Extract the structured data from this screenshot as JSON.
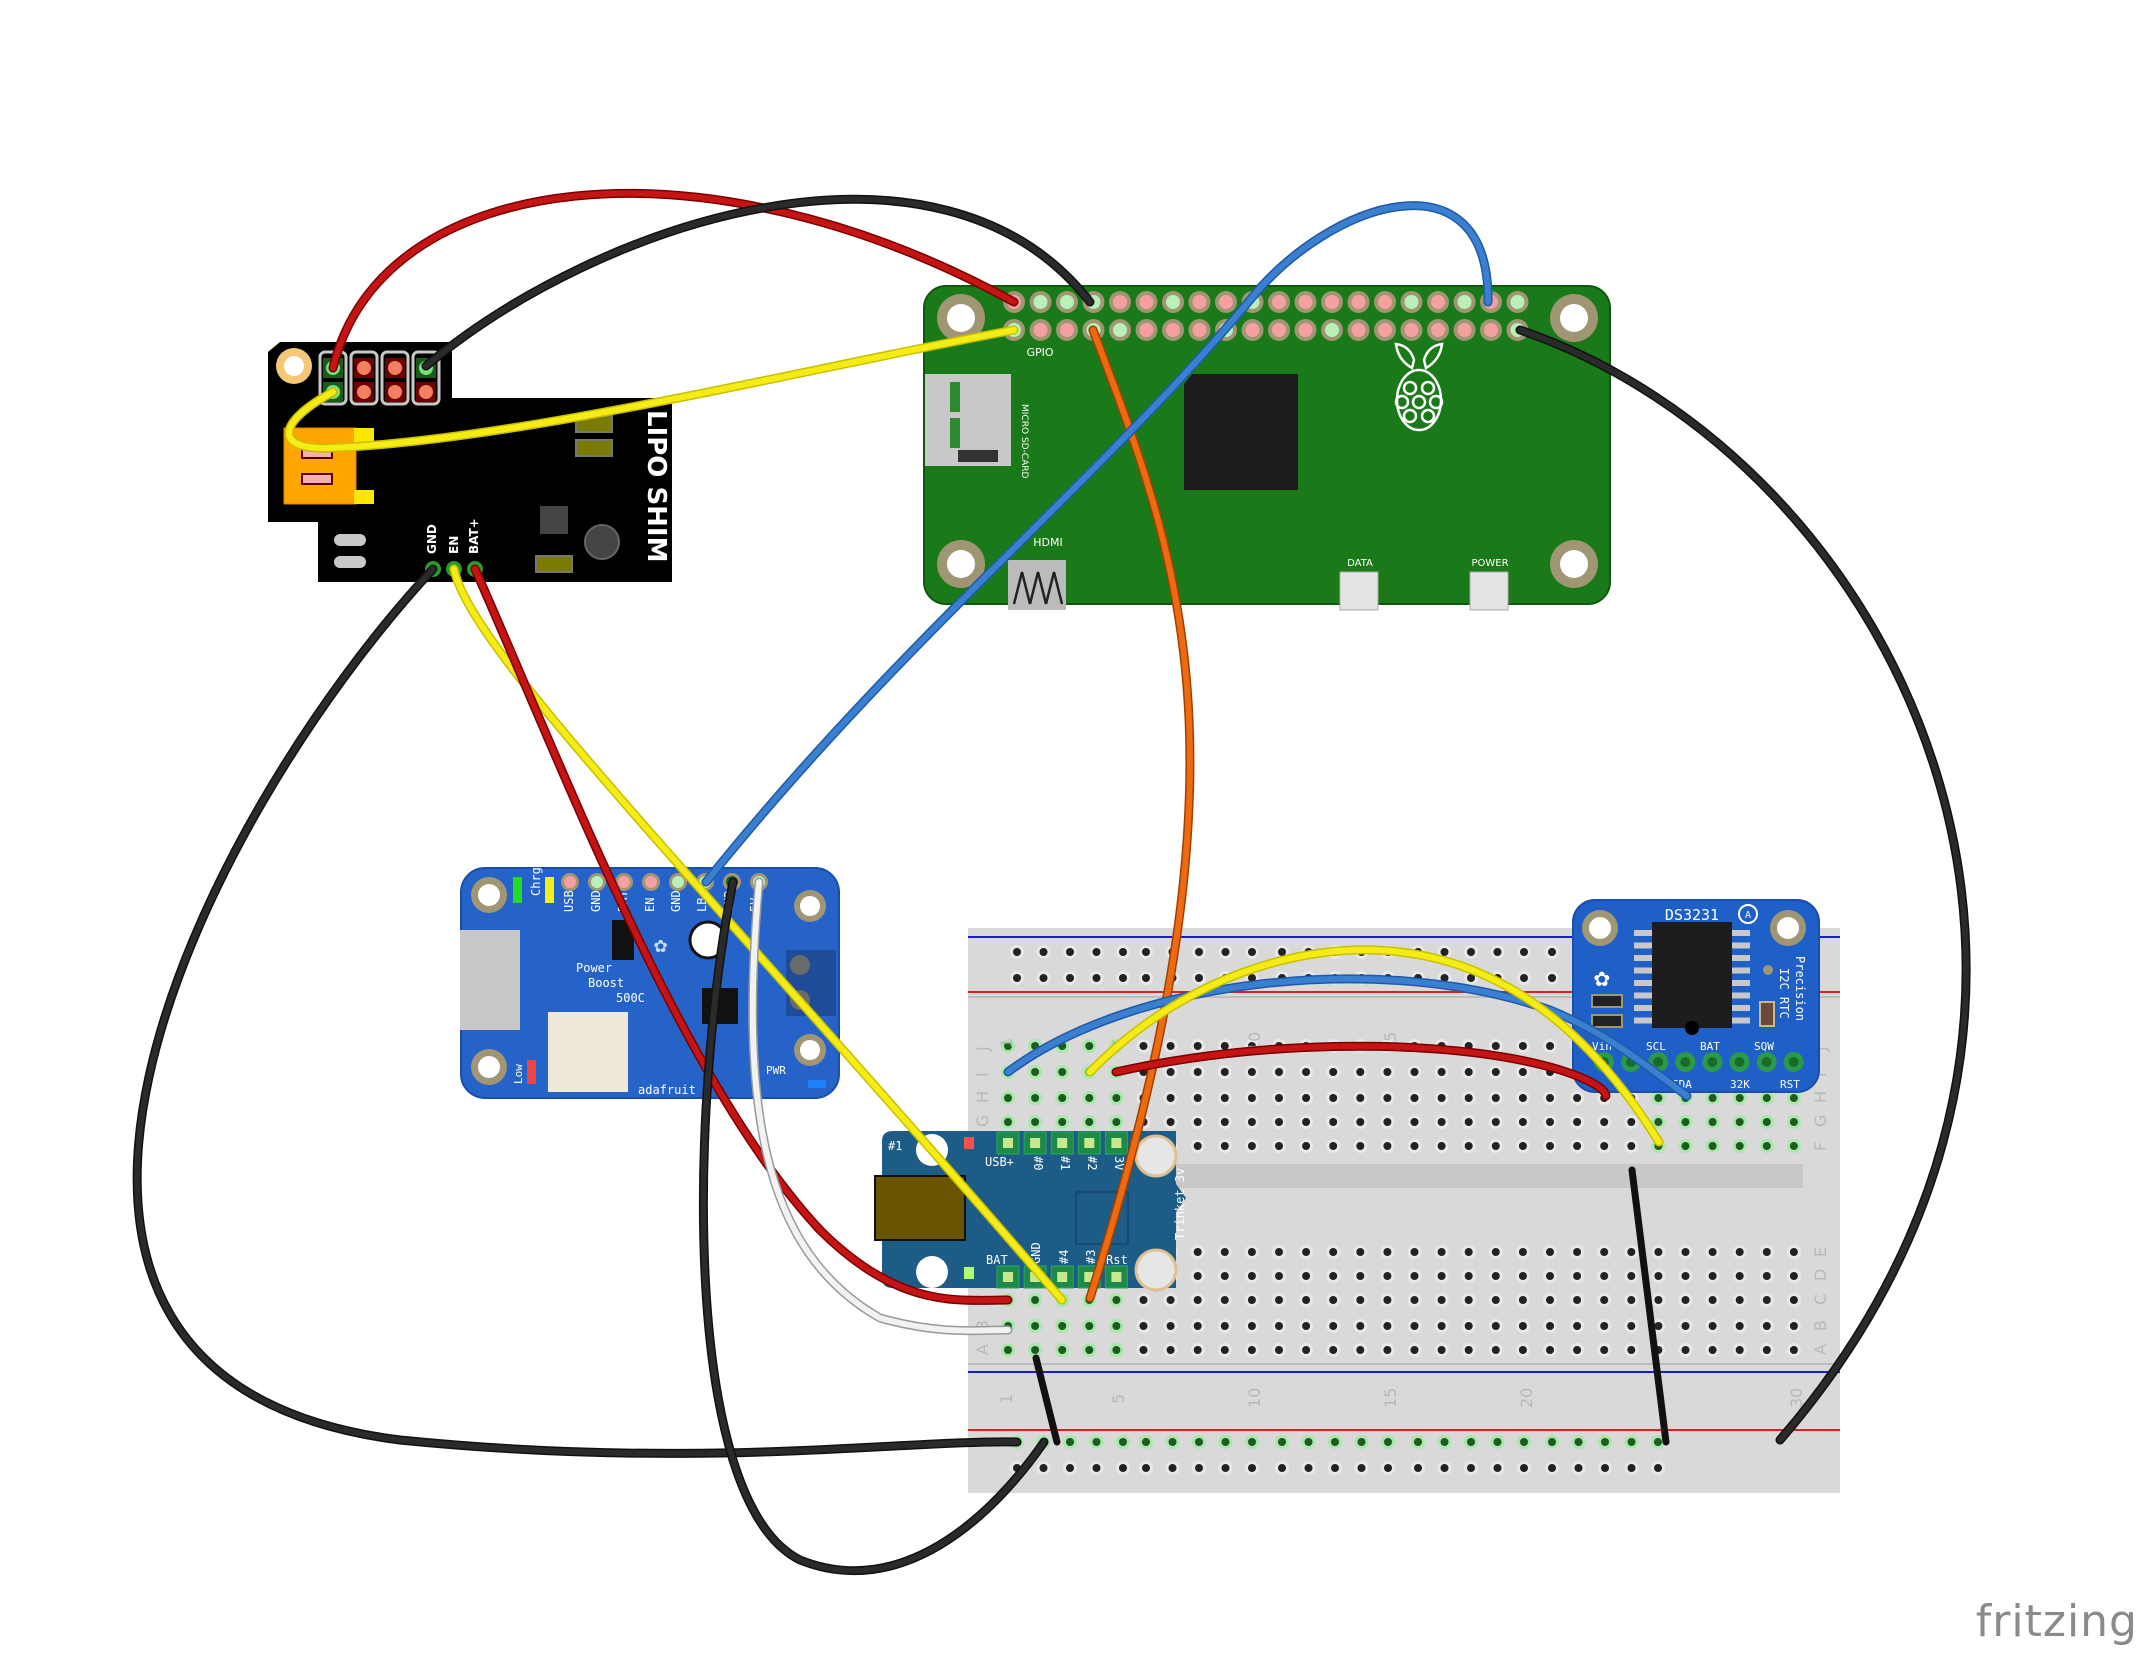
{
  "app": {
    "logo_text": "fritzing"
  },
  "colors": {
    "pi_board": "#1a7a1a",
    "lipo_board": "#000000",
    "powerboost_board": "#2563c9",
    "trinket_board": "#1d5c86",
    "rtc_board": "#1e5fc8",
    "breadboard": "#d9d9d9",
    "wire_red": "#c41414",
    "wire_black": "#2a2a2a",
    "wire_yellow": "#f4ec14",
    "wire_blue": "#3a7fd0",
    "wire_orange": "#ee6a10",
    "wire_white": "#f2f2f2"
  },
  "raspberry_pi": {
    "name": "Raspberry Pi Zero",
    "labels": {
      "gpio": "GPIO",
      "sd": "MICRO SD-CARD",
      "hdmi": "HDMI",
      "data": "DATA",
      "power": "POWER"
    }
  },
  "lipo_shim": {
    "title": "LIPO SHIM",
    "pins": [
      "GND",
      "EN",
      "BAT+"
    ]
  },
  "powerboost": {
    "title": "PowerBoost 500C",
    "line1": "Power",
    "line2": "Boost",
    "line3": "500C",
    "brand": "adafruit",
    "pins": [
      "Chrg",
      "USB",
      "GND",
      "BAT",
      "EN",
      "GND",
      "LB",
      "GND",
      "5V"
    ],
    "labels": {
      "low": "Low",
      "pwr": "PWR"
    }
  },
  "trinket": {
    "title": "Trinket 3v",
    "top_pins": [
      "USB+",
      "#0",
      "#1",
      "#2",
      "3V"
    ],
    "bottom_pins": [
      "BAT",
      "GND",
      "#4",
      "#3",
      "Rst"
    ],
    "corner_label": "#1"
  },
  "rtc": {
    "title": "DS3231",
    "subtitle1": "Precision",
    "subtitle2": "I2C RTC",
    "badge": "A",
    "top_pins": [
      "Vin",
      "SCL",
      "BAT",
      "SQW"
    ],
    "bottom_pins": [
      "SDA",
      "32K",
      "RST"
    ]
  },
  "breadboard": {
    "row_letters_top": [
      "J",
      "I",
      "H",
      "G",
      "F"
    ],
    "row_letters_bottom": [
      "E",
      "D",
      "C",
      "B",
      "A"
    ],
    "column_numbers": [
      "1",
      "5",
      "10",
      "15",
      "20",
      "30"
    ]
  }
}
